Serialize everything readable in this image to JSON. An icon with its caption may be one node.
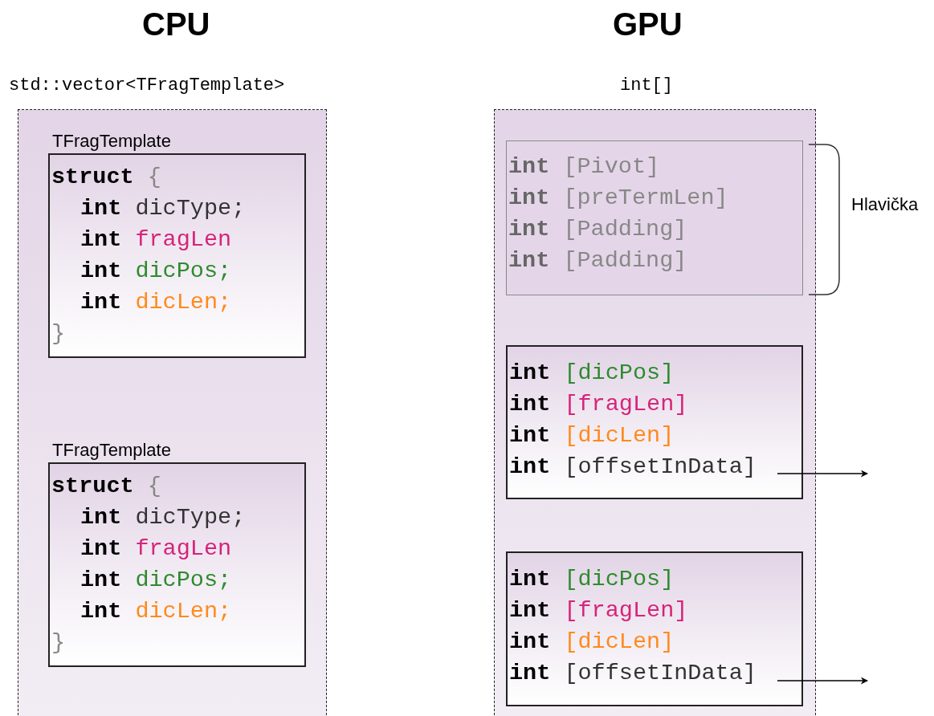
{
  "diagram": {
    "nodes": [
      {
        "text": [
          "std::vector<TFragTemplate>"
        ]
      },
      {
        "text": [
          "TFragTemplate",
          "**struct** {",
          "**int** dicType;",
          "**int** fragLen",
          "**int** dicPos;",
          "**int** dicLen;",
          "}"
        ],
        "in": 0
      },
      {
        "text": [
          "TFragTemplate",
          "**struct** {",
          "**int** dicType;",
          "**int** fragLen",
          "**int** dicPos;",
          "**int** dicLen;",
          "}"
        ],
        "in": 0
      },
      {
        "text": [
          "int[]"
        ]
      },
      {
        "text": [
          "**int** [Pivot]",
          "**int** [preTermLen]",
          "**int** [Padding]",
          "**int** [Padding]"
        ],
        "in": 3
      },
      {
        "text": [
          "**int** [dicPos]",
          "**int** [fragLen]",
          "**int** [dicLen]",
          "**int** [offsetInData]"
        ],
        "in": 3
      },
      {
        "text": [
          "**int** [dicPos]",
          "**int** [fragLen]",
          "**int** [dicLen]",
          "**int** [offsetInData]"
        ],
        "in": 3
      }
    ],
    "edges": [
      {
        "from": 5,
        "to": null,
        "arrow": "to"
      },
      {
        "from": 6,
        "to": null,
        "arrow": "to"
      }
    ],
    "labels": [
      "CPU",
      "GPU",
      "Hlavička"
    ]
  }
}
